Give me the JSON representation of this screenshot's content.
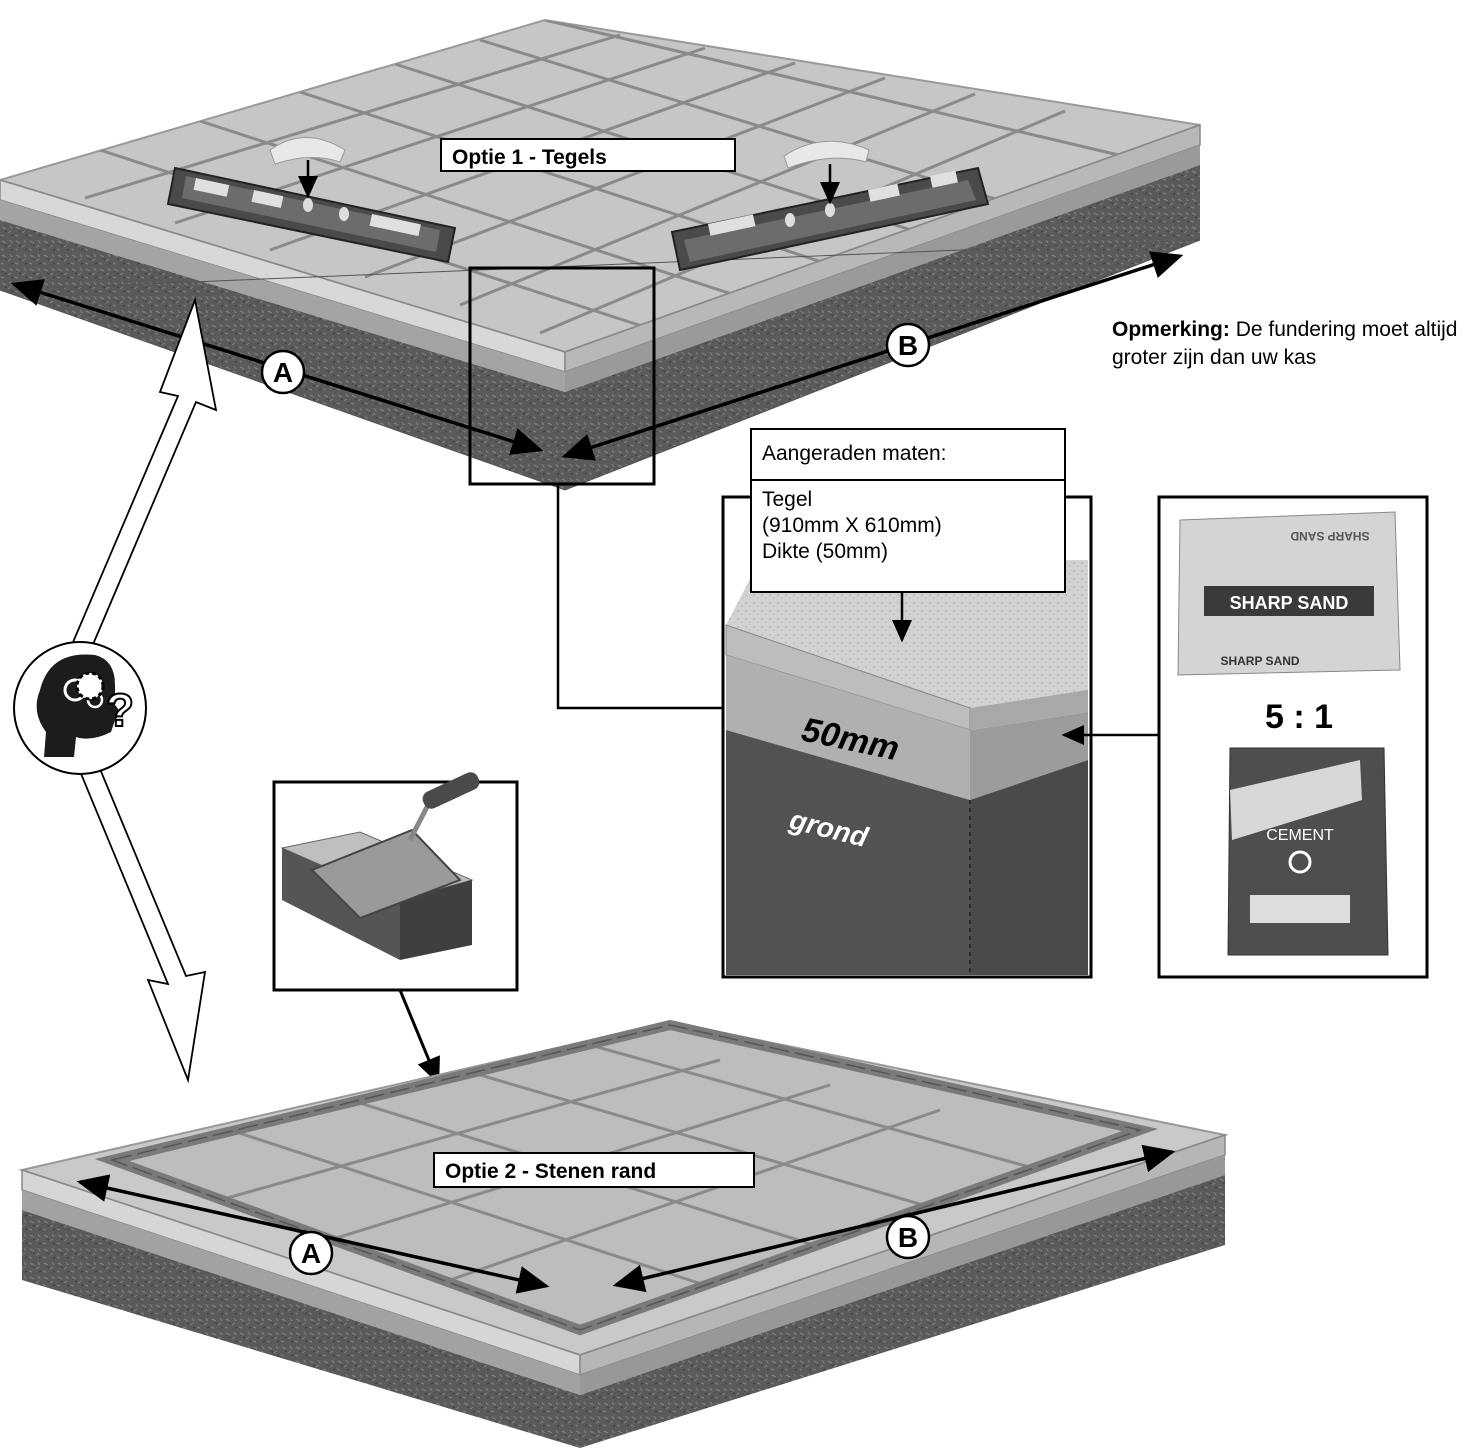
{
  "option1": {
    "title": "Optie 1 - Tegels"
  },
  "option2": {
    "title": "Optie 2 - Stenen rand"
  },
  "note": {
    "bold": "Opmerking:",
    "text": " De fundering moet altijd groter zijn dan uw kas"
  },
  "sizes": {
    "title": "Aangeraden maten:",
    "line1": "Tegel",
    "line2": "(910mm X 610mm)",
    "line3": "Dikte (50mm)"
  },
  "detail": {
    "thickness": "50mm",
    "ground": "grond"
  },
  "mix": {
    "ratio": "5 : 1",
    "sand_label": "SHARP SAND",
    "sand_label_small": "SHARP SAND",
    "sand_label_top": "SHARP SAND",
    "cement_label": "CEMENT"
  },
  "dimensions": {
    "a": "A",
    "b": "B"
  },
  "colors": {
    "soil": "#5e5e5e",
    "slab_top": "#c8c8c8",
    "slab_side": "#9e9e9e",
    "line": "#000000"
  },
  "icons": {
    "thinking": "head-gears-question-icon",
    "level": "spirit-level-icon",
    "trowel": "trowel-icon",
    "sand": "sand-bag-icon",
    "cement": "cement-bag-icon"
  }
}
